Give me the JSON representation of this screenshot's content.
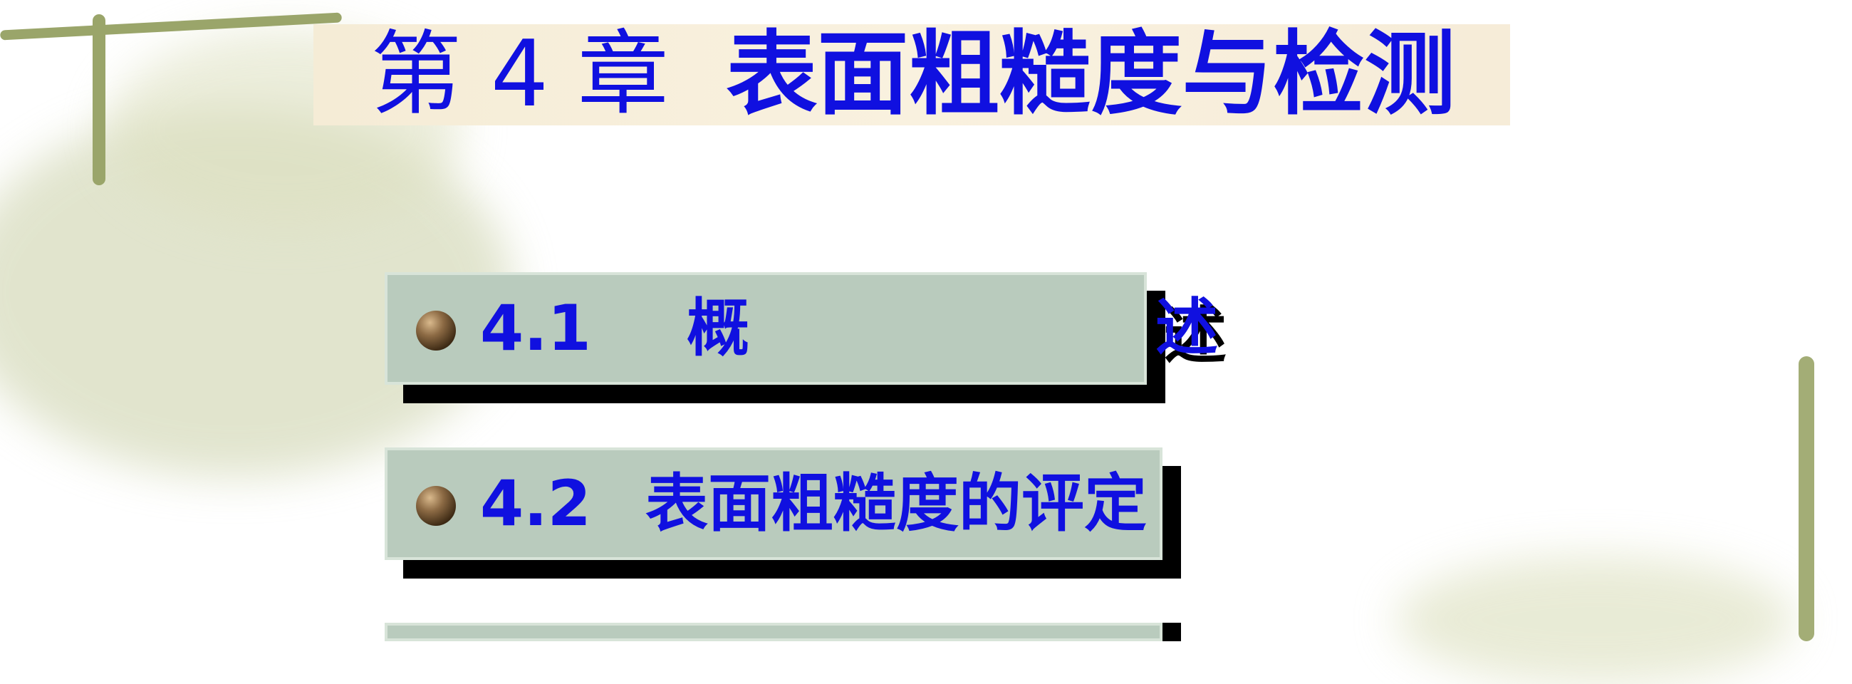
{
  "title": {
    "chapter": "第 4 章",
    "text": "表面粗糙度与检测"
  },
  "menu": {
    "items": [
      {
        "icon": "bullet-ball-icon",
        "number": "4.1",
        "label": "概",
        "overflow": "述"
      },
      {
        "icon": "bullet-ball-icon",
        "number": "4.2",
        "label": "表面粗糙度的评定"
      },
      {
        "icon": "bullet-ball-icon",
        "number": "",
        "label": ""
      }
    ]
  },
  "colors": {
    "title_text": "#1010e0",
    "button_face": "#b9cbbd",
    "button_shadow": "#000000",
    "title_band": "#f7eedb",
    "vine": "#9aa56a"
  }
}
